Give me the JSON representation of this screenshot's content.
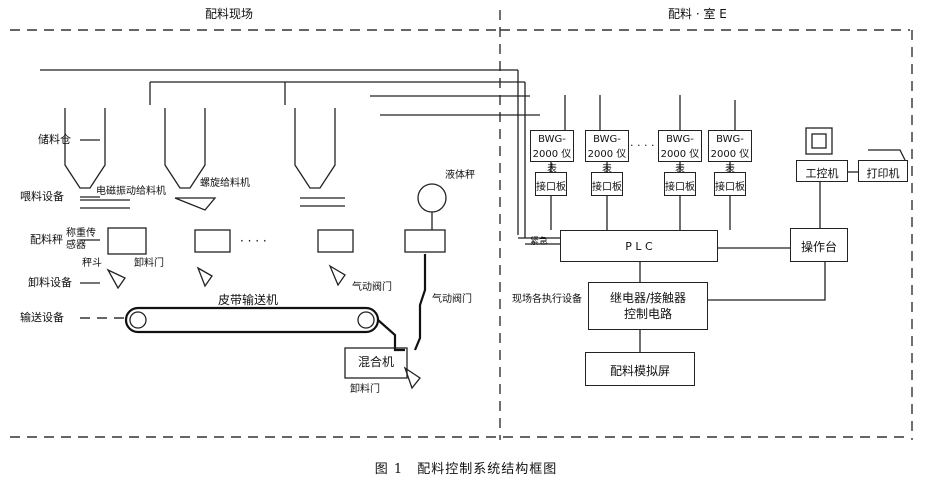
{
  "figure": {
    "caption": "图 1　配料控制系统结构框图"
  },
  "regions": {
    "field_title": "配料现场",
    "control_title": "配料 · 室 E"
  },
  "left_labels": {
    "storage_bin": "储料仓",
    "feeding_equipment": "喂料设备",
    "batching_scale": "配料秤",
    "discharge_equipment": "卸料设备",
    "conveying_equipment": "输送设备"
  },
  "field_labels": {
    "vibrating_feeder": "电磁振动给料机",
    "screw_feeder": "螺旋给料机",
    "weighing_sensor": "称重传感器",
    "scale_hopper": "秤斗",
    "discharge_gate": "卸料门",
    "belt_conveyor": "皮带输送机",
    "liquid_scale": "液体秤",
    "pneumatic_valve_1": "气动阀门",
    "pneumatic_valve_2": "气动阀门",
    "mixer": "混合机",
    "unloading_gate": "卸料门",
    "dots": "· · · ·"
  },
  "control": {
    "instruments": [
      "BWG-2000 仪表",
      "BWG-2000 仪表",
      "BWG-2000 仪表",
      "BWG-2000 仪表"
    ],
    "interfaces": [
      "接口板",
      "接口板",
      "接口板",
      "接口板"
    ],
    "plc": "P L C",
    "operator_panel": "操作台",
    "ipc": "工控机",
    "printer": "打印机",
    "relay_circuit": "继电器/接触器\n控制电路",
    "emergency_box": "紧急",
    "field_devices": "现场各执行设备",
    "simulation": "配料模拟屏",
    "dots": "· · · ·"
  }
}
